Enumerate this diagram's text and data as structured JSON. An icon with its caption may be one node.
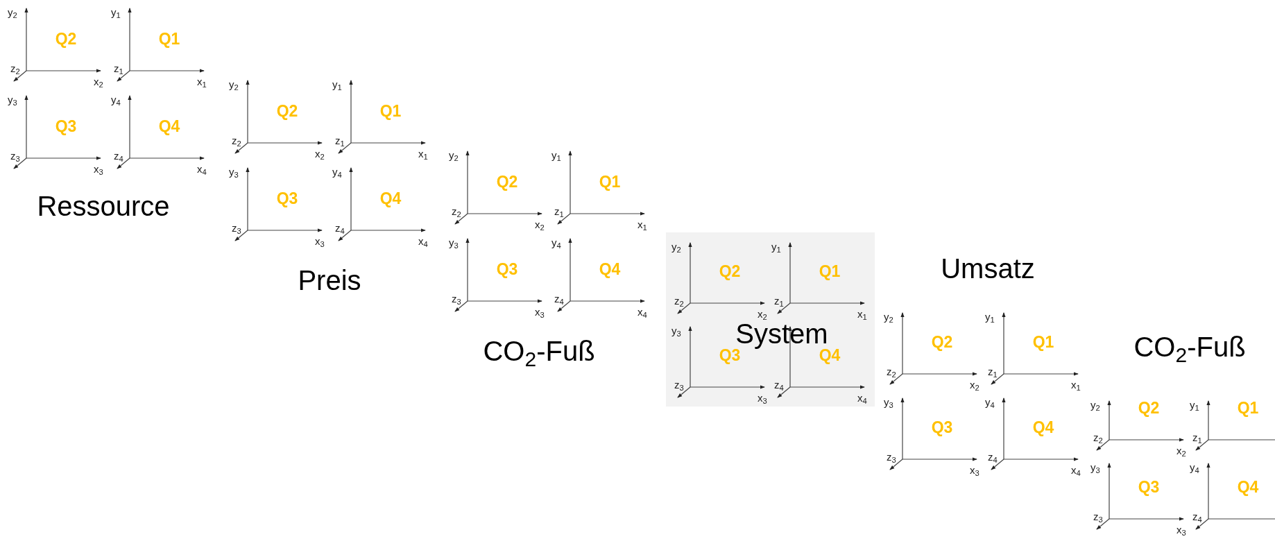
{
  "diagram": {
    "nodes": [
      {
        "text": [
          "System"
        ]
      }
    ],
    "labels": [
      "y$_{2}$",
      "Q2",
      "z$_{2}$",
      "x$_{2}$",
      "y$_{1}$",
      "Q1",
      "z$_{1}$",
      "x$_{1}$",
      "y$_{3}$",
      "Q3",
      "z$_{3}$",
      "x$_{3}$",
      "y$_{4}$",
      "Q4",
      "z$_{4}$",
      "x$_{4}$",
      "Ressource",
      "y$_{2}$",
      "Q2",
      "z$_{2}$",
      "x$_{2}$",
      "y$_{1}$",
      "Q1",
      "z$_{1}$",
      "x$_{1}$",
      "y$_{3}$",
      "Q3",
      "z$_{3}$",
      "x$_{3}$",
      "y$_{4}$",
      "Q4",
      "z$_{4}$",
      "x$_{4}$",
      "Preis",
      "y$_{2}$",
      "Q2",
      "z$_{2}$",
      "x$_{2}$",
      "y$_{1}$",
      "Q1",
      "z$_{1}$",
      "x$_{1}$",
      "y$_{3}$",
      "Q3",
      "z$_{3}$",
      "x$_{3}$",
      "y$_{4}$",
      "Q4",
      "z$_{4}$",
      "x$_{4}$",
      "CO$_{2}$-Fuß",
      "y$_{2}$",
      "Q2",
      "z$_{2}$",
      "x$_{2}$",
      "y$_{1}$",
      "Q1",
      "z$_{1}$",
      "x$_{1}$",
      "y$_{3}$",
      "Q3",
      "z$_{3}$",
      "x$_{3}$",
      "Q4",
      "z$_{4}$",
      "x$_{4}$",
      "Umsatz",
      "y$_{2}$",
      "Q2",
      "z$_{2}$",
      "x$_{2}$",
      "y$_{1}$",
      "Q1",
      "z$_{1}$",
      "x$_{1}$",
      "y$_{3}$",
      "Q3",
      "z$_{3}$",
      "x$_{3}$",
      "y$_{4}$",
      "Q4",
      "z$_{4}$",
      "x$_{4}$",
      "CO$_{2}$-Fuß",
      "y$_{2}$",
      "Q2",
      "z$_{2}$",
      "x$_{2}$",
      "y$_{1}$",
      "Q1",
      "z$_{1}$",
      "y$_{3}$",
      "Q3",
      "z$_{3}$",
      "x$_{3}$",
      "y$_{4}$",
      "Q4",
      "z$_{4}$"
    ]
  }
}
